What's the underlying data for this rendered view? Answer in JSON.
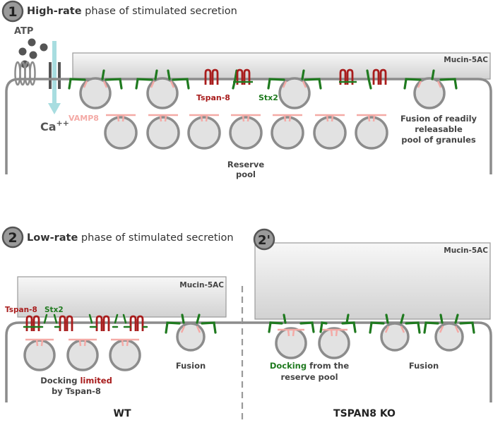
{
  "panel1": {
    "number": "1",
    "title_bold": "High-rate",
    "title_rest": " phase of stimulated secretion",
    "atp": "ATP",
    "ca": "Ca",
    "ca_sup": "++",
    "vamp8": "VAMP8",
    "mucin": "Mucin-5AC",
    "tspan": "Tspan-8",
    "stx": "Stx2",
    "fusion_lines": [
      "Fusion of readily",
      "releasable",
      "pool of granules"
    ],
    "reserve_lines": [
      "Reserve",
      "pool"
    ]
  },
  "panel2": {
    "number": "2",
    "title_bold": "Low-rate",
    "title_rest": " phase of stimulated secretion",
    "mucin": "Mucin-5AC",
    "tspan": "Tspan-8",
    "stx": "Stx2",
    "docking_a": "Docking ",
    "docking_b": "limited",
    "docking_c": "by Tspan-8",
    "fusion": "Fusion",
    "footer": "WT"
  },
  "panel2b": {
    "number": "2'",
    "mucin": "Mucin-5AC",
    "docking_a": "Docking",
    "docking_b": " from the",
    "docking_c": "reserve pool",
    "fusion": "Fusion",
    "footer": "TSPAN8 KO"
  },
  "colors": {
    "membrane": "#8c8c8c",
    "granule_fill": "#e2e2e2",
    "granule_stroke": "#8c8c8c",
    "vamp": "#f4aaa6",
    "stx": "#1f7a1f",
    "tspan": "#a81c1c",
    "mucin_stroke": "#9a9a9a",
    "channel": "#a8dde0",
    "text": "#333333"
  }
}
